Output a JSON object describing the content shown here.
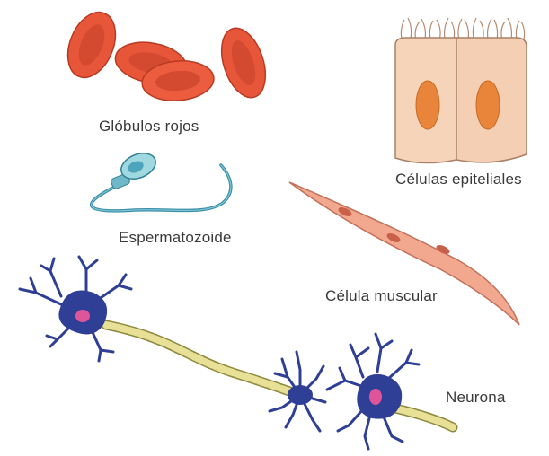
{
  "labels": {
    "red_blood_cells": "Glóbulos rojos",
    "epithelial_cells": "Células epiteliales",
    "sperm": "Espermatozoide",
    "muscle_cell": "Célula muscular",
    "neuron": "Neurona"
  },
  "colors": {
    "rbc_fill": "#e8563a",
    "rbc_center": "#d4432a",
    "epithelial_fill": "#f6d4ba",
    "epithelial_nucleus": "#e8853a",
    "sperm_head": "#9fd8de",
    "sperm_tail": "#3c8ea8",
    "muscle_fill": "#f2a88e",
    "muscle_nucleus": "#c9604a",
    "neuron_body": "#2f3f96",
    "neuron_nucleus": "#e0559a",
    "myelin": "#e9e098"
  }
}
